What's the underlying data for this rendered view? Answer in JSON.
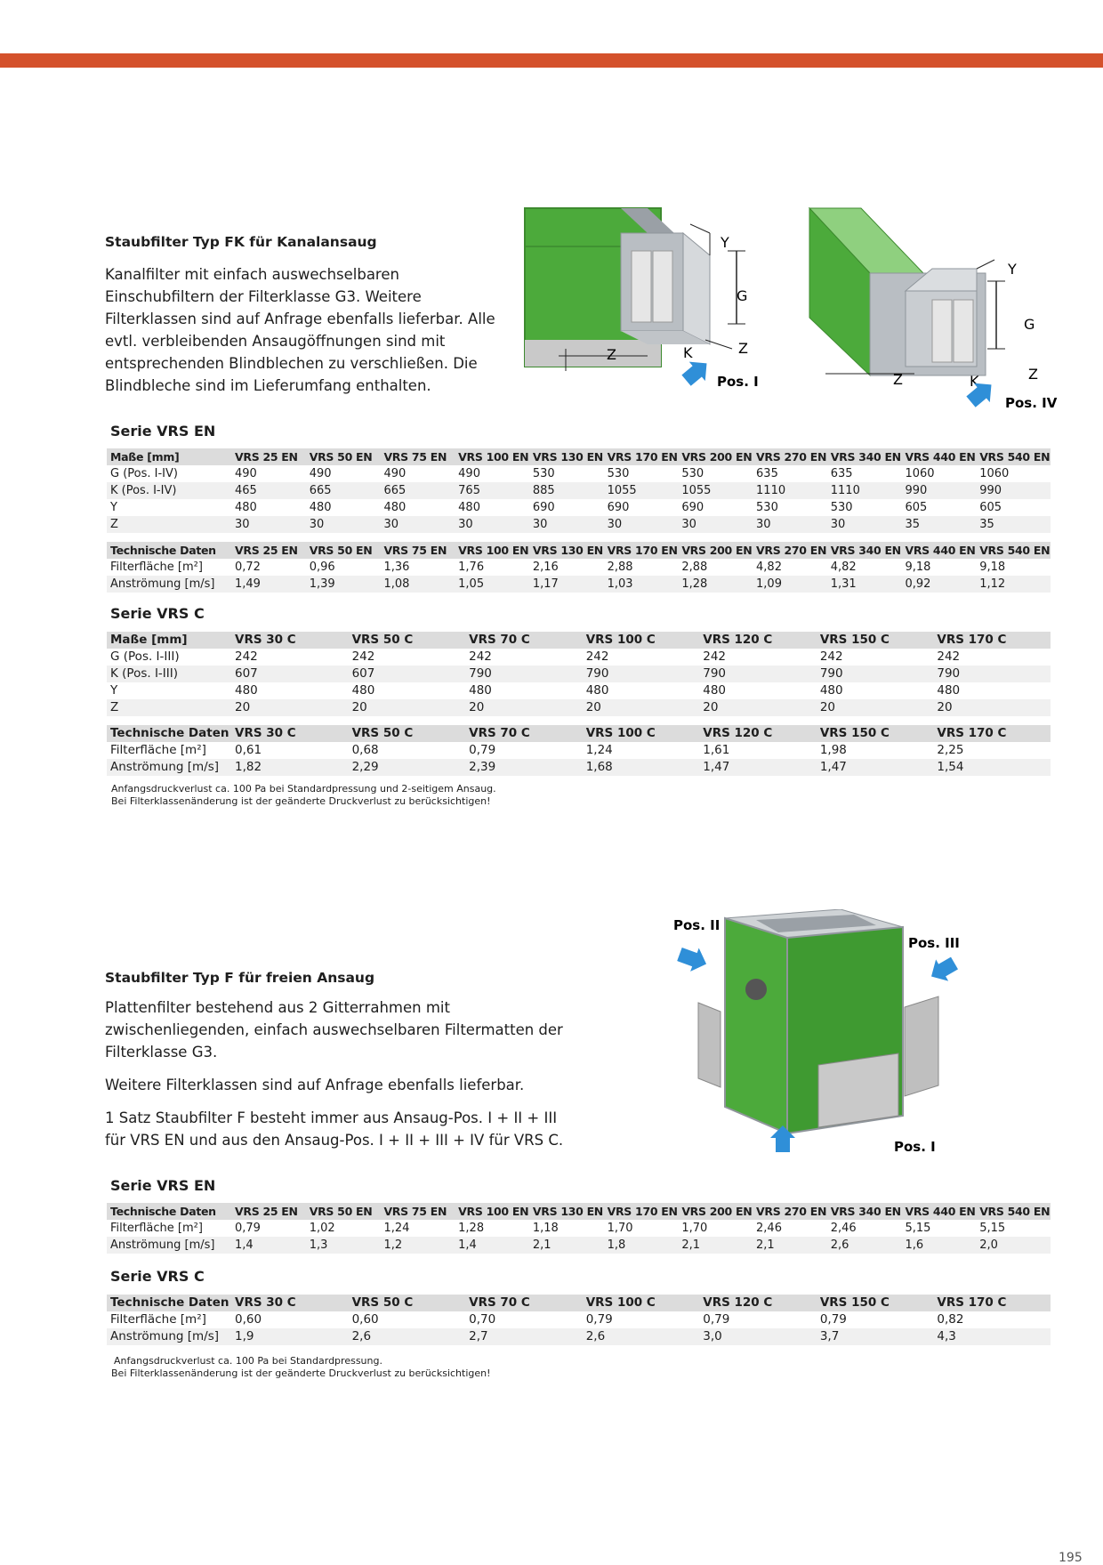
{
  "page_number": "195",
  "fk": {
    "title": "Staubfilter Typ FK für Kanalansaug",
    "text": "Kanalfilter mit einfach auswechselbaren Einschubfiltern der Filterklasse G3. Weitere Filterklassen sind auf Anfrage ebenfalls lieferbar. Alle evtl. verbleibenden Ansaugöffnungen sind mit entsprechenden Blindblechen zu verschließen. Die Blindbleche sind im Lieferumfang enthalten.",
    "fig1": {
      "labels": [
        "Y",
        "G",
        "Z",
        "K",
        "Z"
      ],
      "pos": "Pos. I"
    },
    "fig2": {
      "labels": [
        "Y",
        "G",
        "Z",
        "K",
        "Z"
      ],
      "pos": "Pos. IV"
    },
    "en": {
      "title": "Serie VRS EN",
      "dim_header": [
        "Maße [mm]",
        "VRS 25 EN",
        "VRS 50 EN",
        "VRS 75 EN",
        "VRS 100 EN",
        "VRS 130 EN",
        "VRS 170 EN",
        "VRS 200 EN",
        "VRS 270 EN",
        "VRS 340 EN",
        "VRS 440 EN",
        "VRS 540 EN"
      ],
      "dim_rows": [
        [
          "G (Pos. I-IV)",
          "490",
          "490",
          "490",
          "490",
          "530",
          "530",
          "530",
          "635",
          "635",
          "1060",
          "1060"
        ],
        [
          "K (Pos. I-IV)",
          "465",
          "665",
          "665",
          "765",
          "885",
          "1055",
          "1055",
          "1110",
          "1110",
          "990",
          "990"
        ],
        [
          "Y",
          "480",
          "480",
          "480",
          "480",
          "690",
          "690",
          "690",
          "530",
          "530",
          "605",
          "605"
        ],
        [
          "Z",
          "30",
          "30",
          "30",
          "30",
          "30",
          "30",
          "30",
          "30",
          "30",
          "35",
          "35"
        ]
      ],
      "tech_header": [
        "Technische Daten",
        "VRS 25 EN",
        "VRS 50 EN",
        "VRS 75 EN",
        "VRS 100 EN",
        "VRS 130 EN",
        "VRS 170 EN",
        "VRS 200 EN",
        "VRS 270 EN",
        "VRS 340 EN",
        "VRS 440 EN",
        "VRS 540 EN"
      ],
      "tech_rows": [
        [
          "Filterfläche [m²]",
          "0,72",
          "0,96",
          "1,36",
          "1,76",
          "2,16",
          "2,88",
          "2,88",
          "4,82",
          "4,82",
          "9,18",
          "9,18"
        ],
        [
          "Anströmung [m/s]",
          "1,49",
          "1,39",
          "1,08",
          "1,05",
          "1,17",
          "1,03",
          "1,28",
          "1,09",
          "1,31",
          "0,92",
          "1,12"
        ]
      ]
    },
    "c": {
      "title": "Serie VRS C",
      "dim_header": [
        "Maße [mm]",
        "VRS 30 C",
        "VRS 50 C",
        "VRS 70 C",
        "VRS 100 C",
        "VRS 120 C",
        "VRS 150 C",
        "VRS 170 C"
      ],
      "dim_rows": [
        [
          "G (Pos. I-III)",
          "242",
          "242",
          "242",
          "242",
          "242",
          "242",
          "242"
        ],
        [
          "K (Pos. I-III)",
          "607",
          "607",
          "790",
          "790",
          "790",
          "790",
          "790"
        ],
        [
          "Y",
          "480",
          "480",
          "480",
          "480",
          "480",
          "480",
          "480"
        ],
        [
          "Z",
          "20",
          "20",
          "20",
          "20",
          "20",
          "20",
          "20"
        ]
      ],
      "tech_header": [
        "Technische Daten",
        "VRS 30 C",
        "VRS 50 C",
        "VRS 70 C",
        "VRS 100 C",
        "VRS 120 C",
        "VRS 150 C",
        "VRS 170 C"
      ],
      "tech_rows": [
        [
          "Filterfläche [m²]",
          "0,61",
          "0,68",
          "0,79",
          "1,24",
          "1,61",
          "1,98",
          "2,25"
        ],
        [
          "Anströmung [m/s]",
          "1,82",
          "2,29",
          "2,39",
          "1,68",
          "1,47",
          "1,47",
          "1,54"
        ]
      ]
    },
    "note1": "Anfangsdruckverlust ca. 100 Pa bei Standardpressung und 2-seitigem Ansaug.",
    "note2": "Bei Filterklassenänderung ist der geänderte Druckverlust zu berücksichtigen!"
  },
  "f": {
    "title": "Staubfilter Typ F für freien Ansaug",
    "text1": "Plattenfilter bestehend aus 2 Gitterrahmen mit zwischenliegenden, einfach auswechselbaren Filtermatten der Filterklasse G3.",
    "text2": "Weitere Filterklassen sind auf Anfrage ebenfalls lieferbar.",
    "text3": "1 Satz Staubfilter F besteht immer aus Ansaug-Pos. I + II + III für VRS EN und aus den Ansaug-Pos. I + II + III + IV für VRS C.",
    "fig": {
      "pos2": "Pos. II",
      "pos3": "Pos. III",
      "pos1": "Pos. I"
    },
    "en": {
      "title": "Serie VRS EN",
      "tech_header": [
        "Technische Daten",
        "VRS 25 EN",
        "VRS 50 EN",
        "VRS 75 EN",
        "VRS 100 EN",
        "VRS 130 EN",
        "VRS 170 EN",
        "VRS 200 EN",
        "VRS 270 EN",
        "VRS 340 EN",
        "VRS 440 EN",
        "VRS 540 EN"
      ],
      "tech_rows": [
        [
          "Filterfläche [m²]",
          "0,79",
          "1,02",
          "1,24",
          "1,28",
          "1,18",
          "1,70",
          "1,70",
          "2,46",
          "2,46",
          "5,15",
          "5,15"
        ],
        [
          "Anströmung [m/s]",
          "1,4",
          "1,3",
          "1,2",
          "1,4",
          "2,1",
          "1,8",
          "2,1",
          "2,1",
          "2,6",
          "1,6",
          "2,0"
        ]
      ]
    },
    "c": {
      "title": "Serie VRS C",
      "tech_header": [
        "Technische Daten",
        "VRS 30 C",
        "VRS 50 C",
        "VRS 70 C",
        "VRS 100 C",
        "VRS 120 C",
        "VRS 150 C",
        "VRS 170 C"
      ],
      "tech_rows": [
        [
          "Filterfläche [m²]",
          "0,60",
          "0,60",
          "0,70",
          "0,79",
          "0,79",
          "0,79",
          "0,82"
        ],
        [
          "Anströmung [m/s]",
          "1,9",
          "2,6",
          "2,7",
          "2,6",
          "3,0",
          "3,7",
          "4,3"
        ]
      ]
    },
    "note1": "Anfangsdruckverlust ca. 100 Pa bei Standardpressung.",
    "note2": "Bei Filterklassenänderung ist der geänderte Druckverlust zu berücksichtigen!"
  },
  "colors": {
    "accent": "#d4512b",
    "unit_green": "#4caa3b",
    "header_gray": "#dcdcdc",
    "row_shade": "#f0f0f0",
    "arrow_blue": "#2f8fd8"
  }
}
